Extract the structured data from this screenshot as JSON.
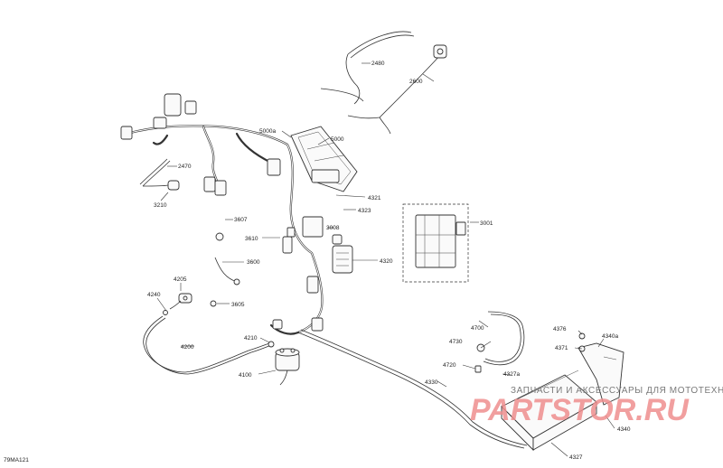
{
  "diagram_id": "79MA121",
  "callouts": [
    {
      "id": "c2480",
      "label": "2480"
    },
    {
      "id": "c2600",
      "label": "2600"
    },
    {
      "id": "c5000a",
      "label": "5000a"
    },
    {
      "id": "c5000",
      "label": "5000"
    },
    {
      "id": "c2470",
      "label": "2470"
    },
    {
      "id": "c3210",
      "label": "3210"
    },
    {
      "id": "c4321",
      "label": "4321"
    },
    {
      "id": "c4323",
      "label": "4323"
    },
    {
      "id": "c3001",
      "label": "3001"
    },
    {
      "id": "c3607",
      "label": "3607"
    },
    {
      "id": "c3008",
      "label": "3008"
    },
    {
      "id": "c3610",
      "label": "3610"
    },
    {
      "id": "c3600",
      "label": "3600"
    },
    {
      "id": "c4320",
      "label": "4320"
    },
    {
      "id": "c4205",
      "label": "4205"
    },
    {
      "id": "c4240",
      "label": "4240"
    },
    {
      "id": "c3605",
      "label": "3605"
    },
    {
      "id": "c4200",
      "label": "4200"
    },
    {
      "id": "c4210",
      "label": "4210"
    },
    {
      "id": "c4100",
      "label": "4100"
    },
    {
      "id": "c4700",
      "label": "4700"
    },
    {
      "id": "c4376",
      "label": "4376"
    },
    {
      "id": "c4730",
      "label": "4730"
    },
    {
      "id": "c4371",
      "label": "4371"
    },
    {
      "id": "c4340a",
      "label": "4340a"
    },
    {
      "id": "c4720",
      "label": "4720"
    },
    {
      "id": "c4327a",
      "label": "4327a"
    },
    {
      "id": "c4330",
      "label": "4330"
    },
    {
      "id": "c4340",
      "label": "4340"
    },
    {
      "id": "c4327",
      "label": "4327"
    }
  ],
  "watermark": {
    "text": "ЗАПЧАСТИ И АКСЕССУАРЫ ДЛЯ МОТОТЕХНИКИ",
    "logo": "PARTSTOR.RU"
  }
}
